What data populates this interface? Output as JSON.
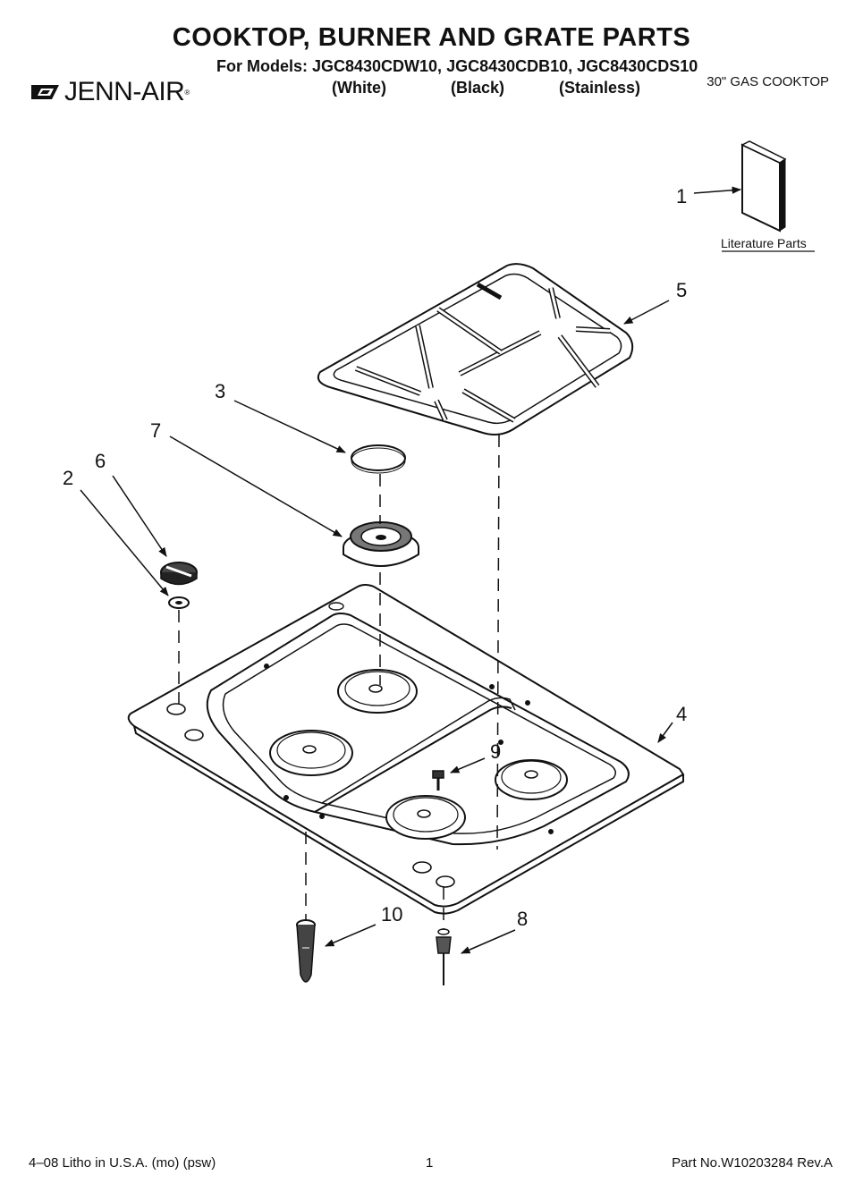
{
  "header": {
    "title": "COOKTOP, BURNER AND GRATE PARTS",
    "models_line": "For Models: JGC8430CDW10, JGC8430CDB10, JGC8430CDS10",
    "variants": [
      "(White)",
      "(Black)",
      "(Stainless)"
    ],
    "product_type": "30\" GAS COOKTOP",
    "brand": "JENN-AIR"
  },
  "literature": {
    "label": "Literature Parts"
  },
  "callouts": [
    "1",
    "2",
    "3",
    "4",
    "5",
    "6",
    "7",
    "8",
    "9",
    "10"
  ],
  "footer": {
    "litho": "4–08 Litho in U.S.A. (mo) (psw)",
    "page": "1",
    "part_no": "Part No.W10203284 Rev.A"
  }
}
